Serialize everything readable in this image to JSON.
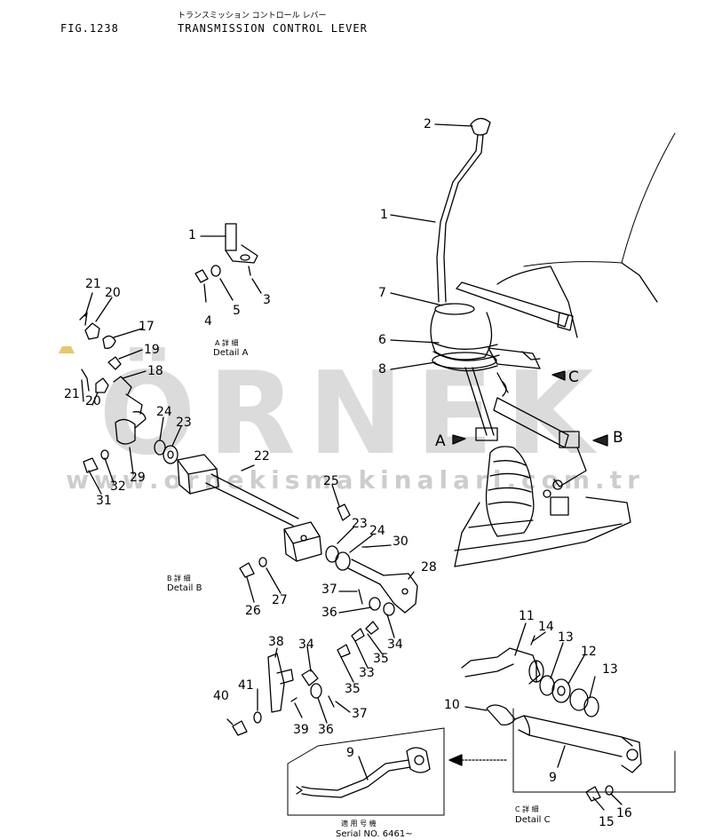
{
  "header": {
    "fig_number": "FIG.1238",
    "title_jp": "トランスミッション コントロール レバー",
    "title_en": "TRANSMISSION CONTROL LEVER"
  },
  "watermark": {
    "logo": "ÖRNEK",
    "url": "www.ornekismakinalari.com.tr",
    "color": "#c8c8c8"
  },
  "callouts": [
    {
      "id": "c-1-main",
      "text": "1"
    },
    {
      "id": "c-2",
      "text": "2"
    },
    {
      "id": "c-7",
      "text": "7"
    },
    {
      "id": "c-6",
      "text": "6"
    },
    {
      "id": "c-8",
      "text": "8"
    },
    {
      "id": "c-1-detail-a",
      "text": "1"
    },
    {
      "id": "c-3",
      "text": "3"
    },
    {
      "id": "c-4",
      "text": "4"
    },
    {
      "id": "c-5",
      "text": "5"
    },
    {
      "id": "c-21a",
      "text": "21"
    },
    {
      "id": "c-20a",
      "text": "20"
    },
    {
      "id": "c-17",
      "text": "17"
    },
    {
      "id": "c-19",
      "text": "19"
    },
    {
      "id": "c-18",
      "text": "18"
    },
    {
      "id": "c-21b",
      "text": "21"
    },
    {
      "id": "c-20b",
      "text": "20"
    },
    {
      "id": "c-24a",
      "text": "24"
    },
    {
      "id": "c-23a",
      "text": "23"
    },
    {
      "id": "c-29",
      "text": "29"
    },
    {
      "id": "c-32",
      "text": "32"
    },
    {
      "id": "c-31",
      "text": "31"
    },
    {
      "id": "c-22",
      "text": "22"
    },
    {
      "id": "c-25",
      "text": "25"
    },
    {
      "id": "c-23b",
      "text": "23"
    },
    {
      "id": "c-24b",
      "text": "24"
    },
    {
      "id": "c-30",
      "text": "30"
    },
    {
      "id": "c-28",
      "text": "28"
    },
    {
      "id": "c-26",
      "text": "26"
    },
    {
      "id": "c-27",
      "text": "27"
    },
    {
      "id": "c-37a",
      "text": "37"
    },
    {
      "id": "c-36a",
      "text": "36"
    },
    {
      "id": "c-34a",
      "text": "34"
    },
    {
      "id": "c-35a",
      "text": "35"
    },
    {
      "id": "c-33",
      "text": "33"
    },
    {
      "id": "c-35b",
      "text": "35"
    },
    {
      "id": "c-38",
      "text": "38"
    },
    {
      "id": "c-34b",
      "text": "34"
    },
    {
      "id": "c-41",
      "text": "41"
    },
    {
      "id": "c-40",
      "text": "40"
    },
    {
      "id": "c-39",
      "text": "39"
    },
    {
      "id": "c-36b",
      "text": "36"
    },
    {
      "id": "c-37b",
      "text": "37"
    },
    {
      "id": "c-11",
      "text": "11"
    },
    {
      "id": "c-14",
      "text": "14"
    },
    {
      "id": "c-13a",
      "text": "13"
    },
    {
      "id": "c-12",
      "text": "12"
    },
    {
      "id": "c-13b",
      "text": "13"
    },
    {
      "id": "c-10",
      "text": "10"
    },
    {
      "id": "c-9a",
      "text": "9"
    },
    {
      "id": "c-9b",
      "text": "9"
    },
    {
      "id": "c-15",
      "text": "15"
    },
    {
      "id": "c-16",
      "text": "16"
    }
  ],
  "view_markers": [
    {
      "id": "marker-a",
      "text": "A"
    },
    {
      "id": "marker-b",
      "text": "B"
    },
    {
      "id": "marker-c",
      "text": "C"
    }
  ],
  "detail_labels": {
    "a_jp": "A 詳 細",
    "a_en": "Detail A",
    "b_jp": "B 詳 細",
    "b_en": "Detail B",
    "c_jp": "C 詳 細",
    "c_en": "Detail C",
    "serial_jp": "適 用 号 機",
    "serial_en": "Serial NO. 6461~"
  }
}
